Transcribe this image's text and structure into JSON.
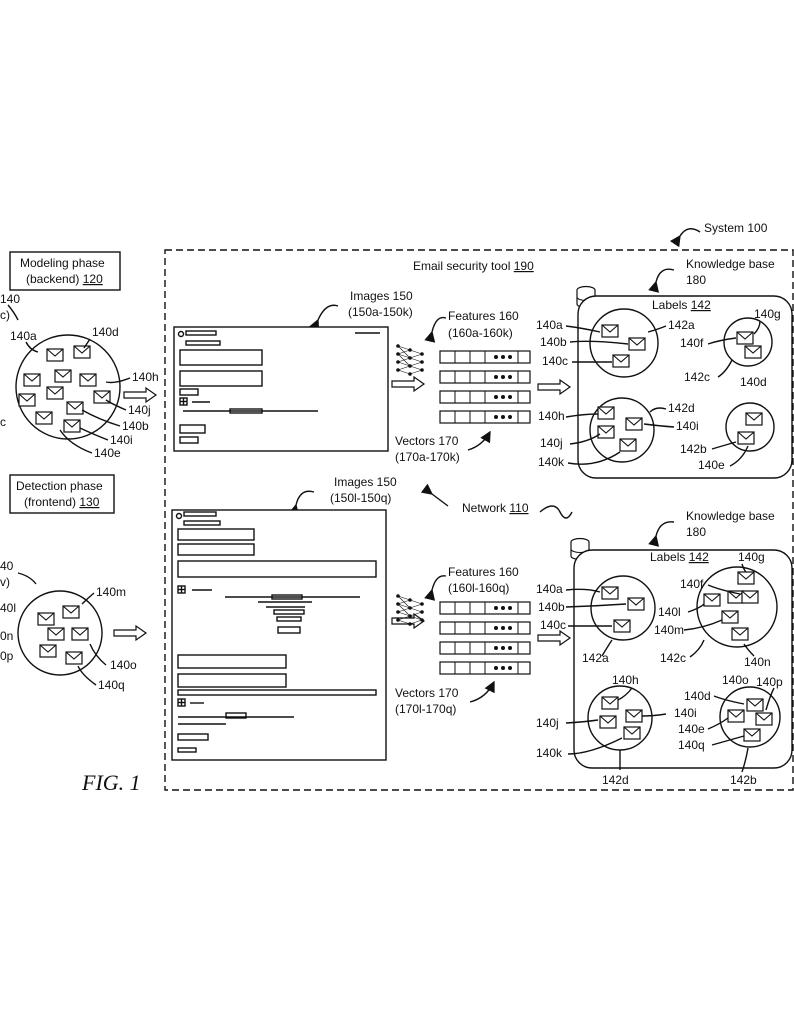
{
  "system_label": "System 100",
  "figure_label": "FIG. 1",
  "modeling_phase": {
    "line1": "Modeling phase",
    "line2": "(backend)",
    "ref": "120"
  },
  "detection_phase": {
    "line1": "Detection phase",
    "line2": "(frontend)",
    "ref": "130"
  },
  "tool": {
    "name": "Email security tool",
    "ref": "190"
  },
  "network": {
    "name": "Network",
    "ref": "110"
  },
  "top": {
    "images_label": "Images 150",
    "images_range": "(150a-150k)",
    "features_label": "Features 160",
    "features_range": "(160a-160k)",
    "vectors_label": "Vectors 170",
    "vectors_range": "(170a-170k)",
    "kb_label": "Knowledge base",
    "kb_ref": "180",
    "labels_text": "Labels",
    "labels_ref": "142",
    "left_cluster_labels": [
      "140",
      "c)",
      "140a",
      "140d",
      "140h",
      "140j",
      "140b",
      "140i",
      "140e",
      "c"
    ],
    "kb_labels": [
      "140a",
      "142a",
      "140b",
      "140c",
      "140g",
      "140f",
      "142c",
      "140d",
      "140h",
      "142d",
      "140i",
      "140j",
      "142b",
      "140k",
      "140e"
    ]
  },
  "bottom": {
    "images_label": "Images 150",
    "images_range": "(150l-150q)",
    "features_label": "Features 160",
    "features_range": "(160l-160q)",
    "vectors_label": "Vectors 170",
    "vectors_range": "(170l-170q)",
    "kb_label": "Knowledge base",
    "kb_ref": "180",
    "labels_text": "Labels",
    "labels_ref": "142",
    "left_cluster_labels": [
      "40",
      "v)",
      "140m",
      "40l",
      "0n",
      "0p",
      "140o",
      "140q"
    ],
    "kb_labels": [
      "140a",
      "140g",
      "140b",
      "140f",
      "140c",
      "140l",
      "140m",
      "142a",
      "142c",
      "140n",
      "140o",
      "140p",
      "140h",
      "140d",
      "140j",
      "140i",
      "140e",
      "140q",
      "140k",
      "142d",
      "142b"
    ]
  }
}
